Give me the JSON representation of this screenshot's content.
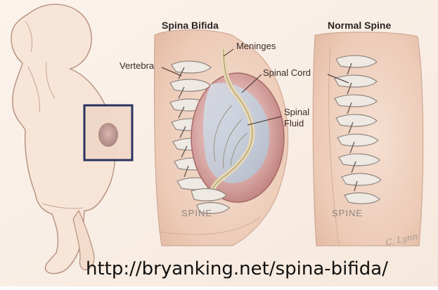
{
  "diagram": {
    "titles": {
      "spina_bifida": "Spina Bifida",
      "normal_spine": "Normal Spine"
    },
    "labels": {
      "vertebra": "Vertebra",
      "meninges": "Meninges",
      "spinal_cord": "Spinal Cord",
      "spinal_fluid_line1": "Spinal",
      "spinal_fluid_line2": "Fluid",
      "spine_left": "SPINE",
      "spine_right": "SPINE"
    },
    "signature": "C. Lynn"
  },
  "caption": {
    "url": "http://bryanking.net/spina-bifida/"
  },
  "colors": {
    "skin": "#f3dccb",
    "skin_shadow": "#e2c2ae",
    "bone": "#efe9e4",
    "bone_shadow": "#b8aea8",
    "sac": "#c98b87",
    "fluid": "#c9d6e3",
    "frame": "#1f2a5a"
  }
}
